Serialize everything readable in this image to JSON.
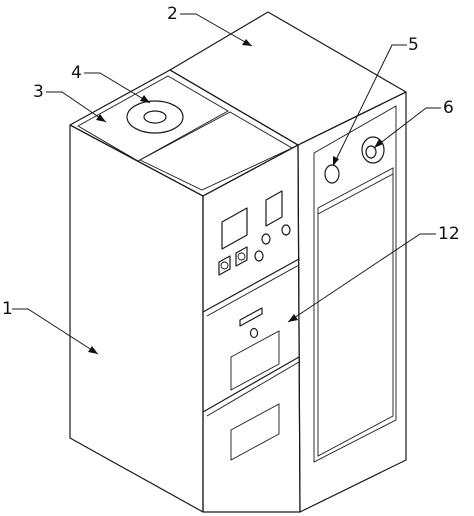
{
  "callouts": {
    "c1": "1",
    "c2": "2",
    "c3": "3",
    "c4": "4",
    "c5": "5",
    "c6": "6",
    "c12": "12"
  }
}
